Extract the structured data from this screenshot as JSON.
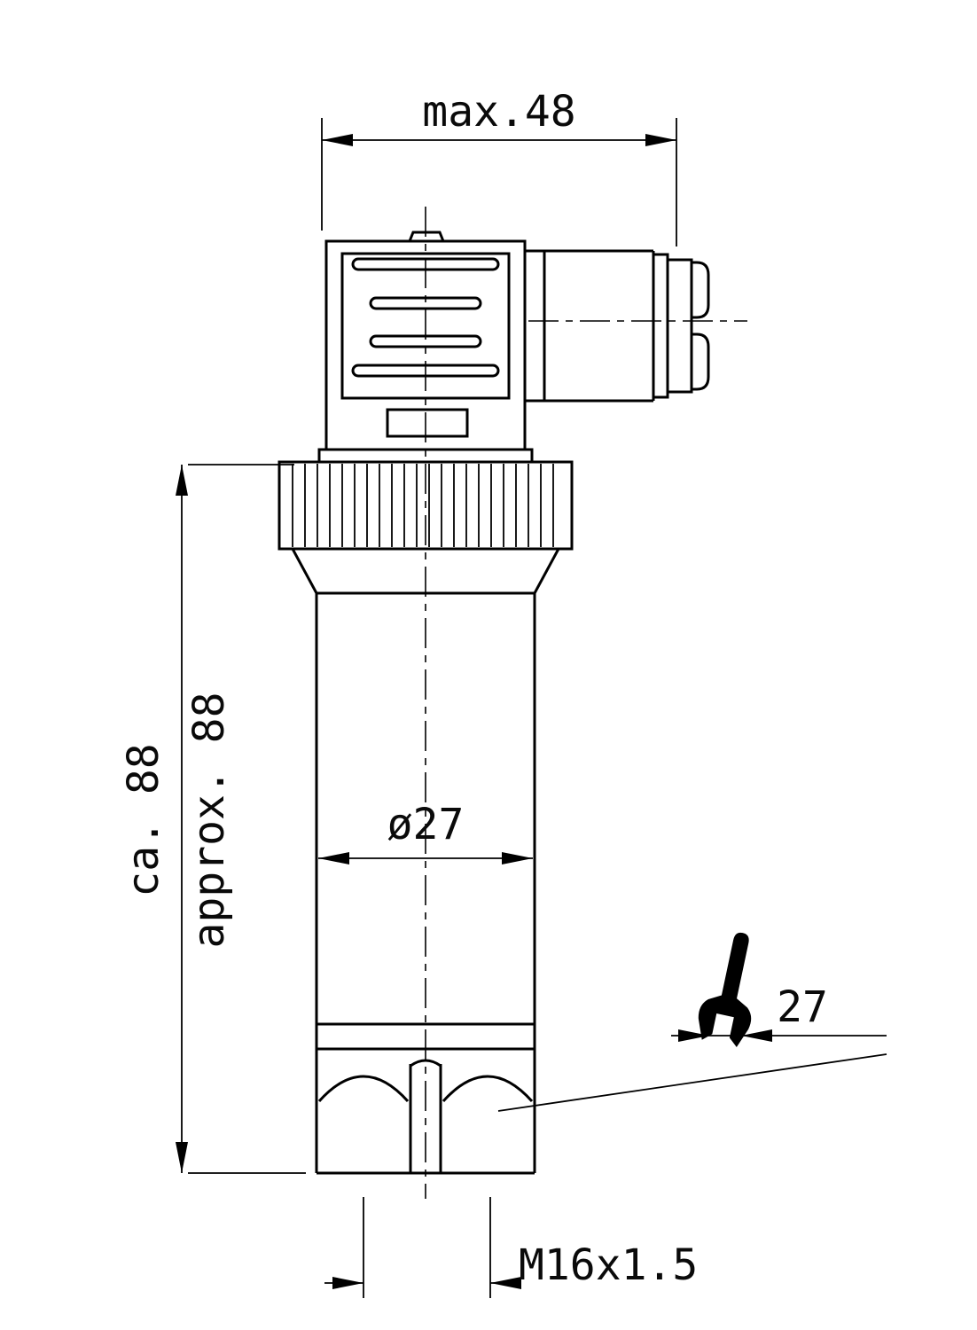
{
  "meta": {
    "title": "Pressure transmitter dimensional drawing",
    "background_color": "#ffffff",
    "line_color": "#000000"
  },
  "dimensions": {
    "top_width": "max.48",
    "body_diameter": "ø27",
    "height_ca": "ca. 88",
    "height_approx": "approx. 88",
    "wrench_size": "27",
    "thread": "M16x1.5"
  },
  "icons": {
    "wrench": "open-end-wrench"
  }
}
